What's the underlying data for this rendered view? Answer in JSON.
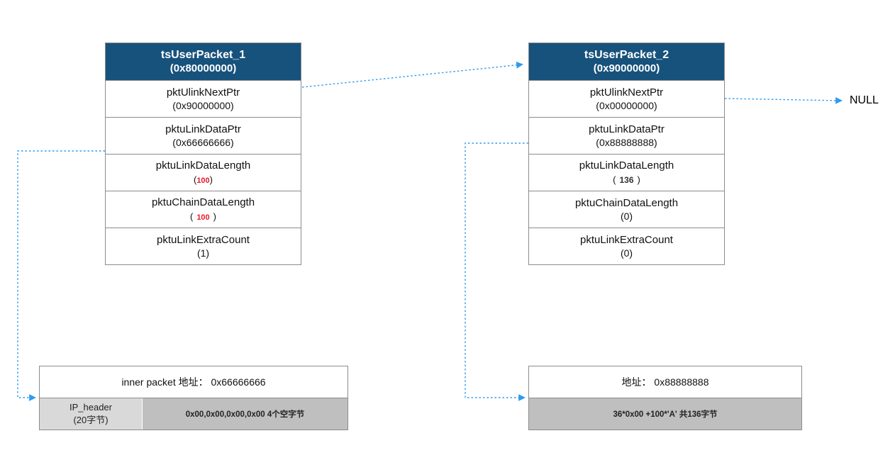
{
  "colors": {
    "header_bg": "#17527C",
    "header_text": "#FFFFFF",
    "border": "#8C8C8C",
    "arrow": "#2D9BF0",
    "red_value": "#E8192C",
    "cell_light_gray": "#D9D9D9",
    "cell_dark_gray": "#BFBFBF"
  },
  "packets": [
    {
      "title": "tsUserPacket_1",
      "address": "(0x80000000)",
      "rows": [
        {
          "label": "pktUlinkNextPtr",
          "value": "(0x90000000)"
        },
        {
          "label": "pktuLinkDataPtr",
          "value": "(0x66666666)"
        },
        {
          "label": "pktuLinkDataLength",
          "pre": "(",
          "num": "100",
          "post": ")"
        },
        {
          "label": "pktuChainDataLength",
          "pre": "(",
          "num": "100",
          "post": ")"
        },
        {
          "label": "pktuLinkExtraCount",
          "value": "(1)"
        }
      ]
    },
    {
      "title": "tsUserPacket_2",
      "address": "(0x90000000)",
      "rows": [
        {
          "label": "pktUlinkNextPtr",
          "value": "(0x00000000)"
        },
        {
          "label": "pktuLinkDataPtr",
          "value": "(0x88888888)"
        },
        {
          "label": "pktuLinkDataLength",
          "pre": "(",
          "num": "136",
          "post": ")"
        },
        {
          "label": "pktuChainDataLength",
          "value": "(0)"
        },
        {
          "label": "pktuLinkExtraCount",
          "value": "(0)"
        }
      ]
    }
  ],
  "null_label": "NULL",
  "buffers": [
    {
      "header": "inner packet 地址： 0x66666666",
      "cell_left": "IP_header",
      "cell_left_sub": "(20字节)",
      "cell_right": "0x00,0x00,0x00,0x00 4个空字节"
    },
    {
      "header": "地址： 0x88888888",
      "cell": "36*0x00 +100*'A' 共136字节"
    }
  ]
}
